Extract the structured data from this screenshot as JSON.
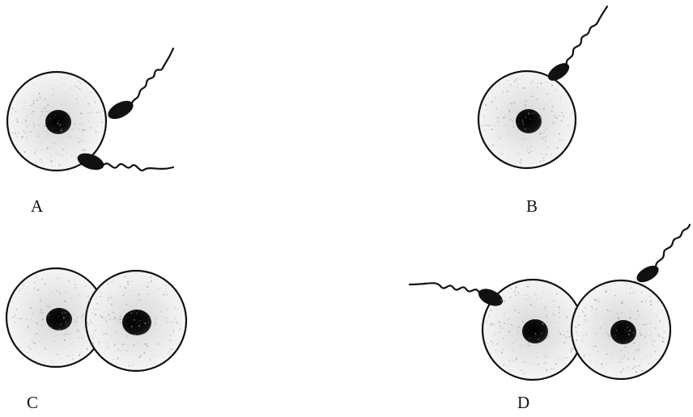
{
  "colors": {
    "background": "#ffffff",
    "ink": "#111111",
    "cytoplasm": "#efefef",
    "stipple": "#9a9a9a"
  },
  "panels": [
    {
      "id": "A",
      "label": "A",
      "egg_cells": 1,
      "sperm_count": 2
    },
    {
      "id": "B",
      "label": "B",
      "egg_cells": 1,
      "sperm_count": 1
    },
    {
      "id": "C",
      "label": "C",
      "egg_cells": 2,
      "sperm_count": 0
    },
    {
      "id": "D",
      "label": "D",
      "egg_cells": 2,
      "sperm_count": 2
    }
  ]
}
